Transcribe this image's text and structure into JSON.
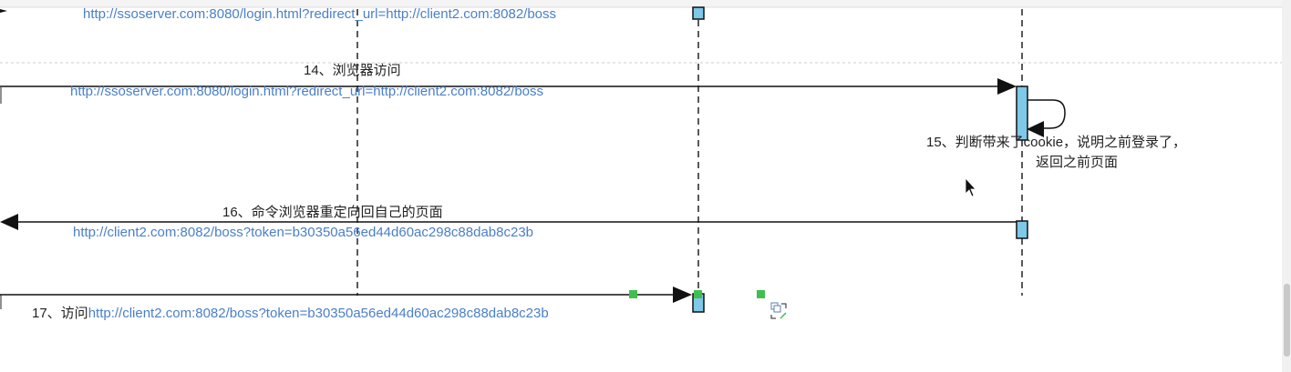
{
  "messages": {
    "top_url": "http://ssoserver.com:8080/login.html?redirect_url=http://client2.com:8082/boss",
    "m14_label": "14、浏览器访问",
    "m14_url": "http://ssoserver.com:8080/login.html?redirect_url=http://client2.com:8082/boss",
    "m15_line1": "15、判断带来了cookie，说明之前登录了，",
    "m15_line2": "返回之前页面",
    "m16_label": "16、命令浏览器重定向回自己的页面",
    "m16_url": "http://client2.com:8082/boss?token=b30350a56ed44d60ac298c88dab8c23b",
    "m17_prefix": "17、访问",
    "m17_url": "http://client2.com:8082/boss?token=b30350a56ed44d60ac298c88dab8c23b"
  },
  "colors": {
    "link": "#4a7fc8",
    "activation_fill": "#7ec8e8",
    "selection_handle": "#3fbf4f",
    "line": "#111111"
  }
}
